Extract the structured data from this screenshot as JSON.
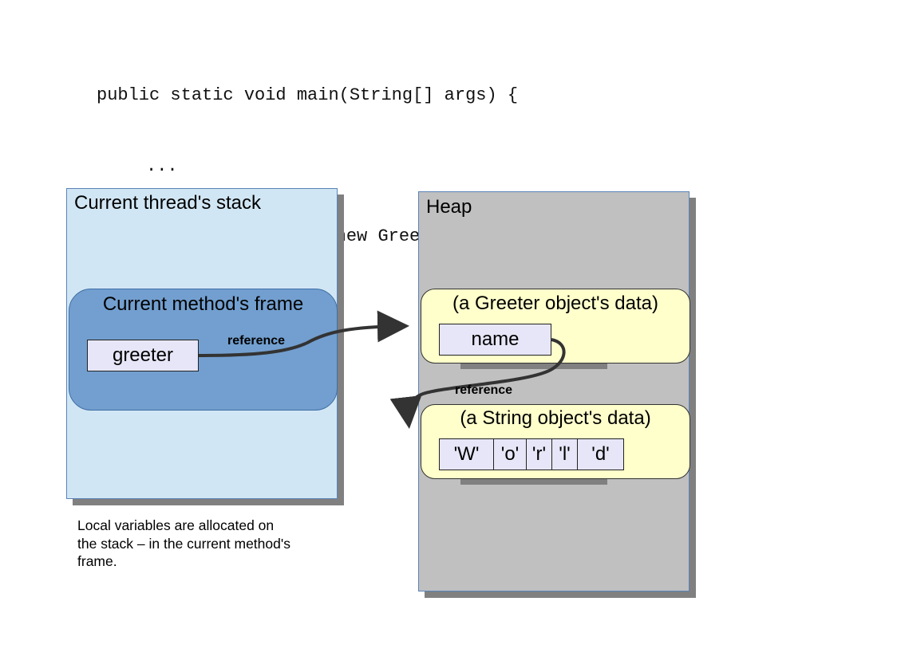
{
  "code": {
    "lines": [
      "public static void main(String[] args) {",
      "...",
      "Greeter greeter = new Greeter(“World”);",
      "...",
      "}"
    ]
  },
  "stack": {
    "title": "Current thread's stack",
    "frame": {
      "title": "Current method's frame",
      "variable": "greeter"
    },
    "caption_lines": [
      "Local variables are allocated on",
      "the stack – in the current method's",
      "frame."
    ]
  },
  "heap": {
    "title": "Heap",
    "greeter_object": {
      "title": "(a Greeter object's data)",
      "field": "name"
    },
    "string_object": {
      "title": "(a String object's data)",
      "chars": [
        "'W'",
        "'o'",
        "'r'",
        "'l'",
        "'d'"
      ]
    }
  },
  "arrows": {
    "stack_to_heap_label": "reference",
    "field_to_string_label": "reference"
  },
  "colors": {
    "stack_bg": "#d1e6f4",
    "frame_bg": "#729fcf",
    "heap_bg": "#c0c0c0",
    "object_bg": "#ffffcc",
    "cell_bg": "#e6e6f8",
    "shadow": "#808080",
    "arrow": "#333333"
  }
}
